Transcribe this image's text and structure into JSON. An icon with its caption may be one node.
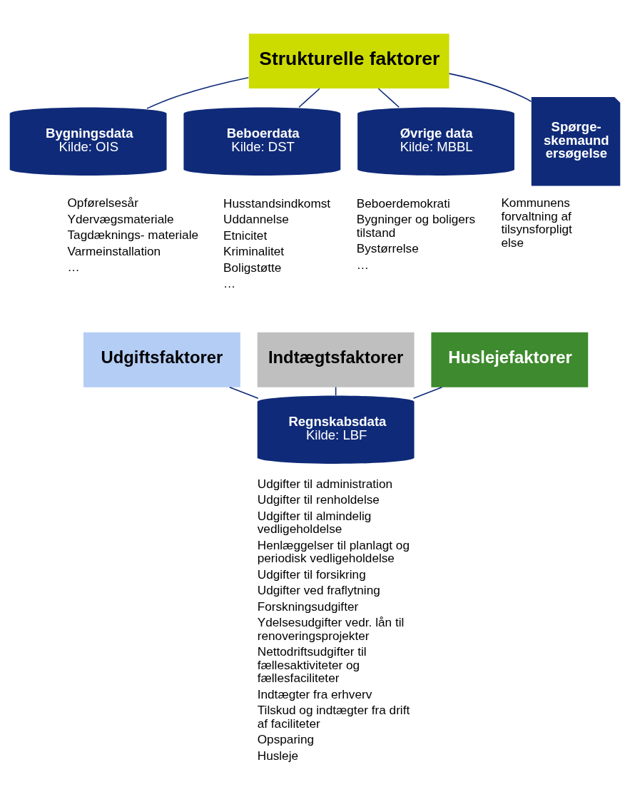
{
  "diagram": {
    "nodes": [
      {
        "text": [
          "Strukturelle faktorer"
        ]
      },
      {
        "text": [
          "Bygningsdata",
          "Kilde: OIS"
        ],
        "beside": [
          "Opførelsesår",
          "Ydervægsmateriale",
          "Tagdæknings- materiale",
          "Varmeinstallation",
          "…"
        ]
      },
      {
        "text": [
          "Beboerdata",
          "Kilde: DST"
        ],
        "beside": [
          "Husstandsindkomst",
          "Uddannelse",
          "Etnicitet",
          "Kriminalitet",
          "Boligstøtte",
          "…"
        ]
      },
      {
        "text": [
          "Øvrige data",
          "Kilde: MBBL"
        ],
        "beside": [
          "Beboerdemokrati",
          "Bygninger og boligers tilstand",
          "Bystørrelse",
          "…"
        ]
      },
      {
        "text": [
          "Spørge- skemaund ersøgelse"
        ],
        "beside": [
          "Kommunens forvaltning af tilsynsforpligt else"
        ]
      },
      {
        "text": [
          "Udgiftsfaktorer"
        ]
      },
      {
        "text": [
          "Indtægtsfaktorer"
        ]
      },
      {
        "text": [
          "Huslejefaktorer"
        ]
      },
      {
        "text": [
          "Regnskabsdata",
          "Kilde: LBF"
        ]
      }
    ],
    "edges": [
      {
        "from": 0,
        "to": 1,
        "arrow": "none"
      },
      {
        "from": 0,
        "to": 2,
        "arrow": "none"
      },
      {
        "from": 0,
        "to": 3,
        "arrow": "none"
      },
      {
        "from": 0,
        "to": 4,
        "arrow": "none"
      },
      {
        "from": 5,
        "to": 8,
        "arrow": "none"
      },
      {
        "from": 6,
        "to": 8,
        "arrow": "none"
      },
      {
        "from": 7,
        "to": 8,
        "arrow": "none"
      }
    ],
    "labels": [
      "Udgifter til administration",
      "Udgifter til renholdelse",
      "Udgifter til almindelig vedligeholdelse",
      "Henlæggelser til planlagt og periodisk vedligeholdelse",
      "Udgifter til forsikring",
      "Udgifter ved fraflytning",
      "Forskningsudgifter",
      "Ydelsesudgifter vedr. lån til renoveringsprojekter",
      "Nettodriftsudgifter til fællesaktiviteter og fællesfaciliteter",
      "Indtægter fra erhverv",
      "Tilskud og indtægter fra drift af faciliteter",
      "Opsparing",
      "Husleje"
    ]
  }
}
